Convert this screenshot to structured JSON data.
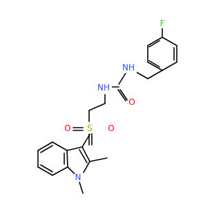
{
  "molecule": {
    "atoms": {
      "F": {
        "symbol": "F",
        "color": "#33cc33"
      },
      "N1": {
        "symbol": "NH",
        "color": "#3050f8"
      },
      "O1": {
        "symbol": "O",
        "color": "#ff0d0d"
      },
      "N2": {
        "symbol": "NH",
        "color": "#3050f8"
      },
      "S": {
        "symbol": "S",
        "color": "#c9a000"
      },
      "O2": {
        "symbol": "O",
        "color": "#ff0d0d"
      },
      "O3": {
        "symbol": "O",
        "color": "#ff0d0d"
      },
      "N3": {
        "symbol": "N",
        "color": "#3050f8"
      }
    },
    "bond_color": "#000000"
  }
}
